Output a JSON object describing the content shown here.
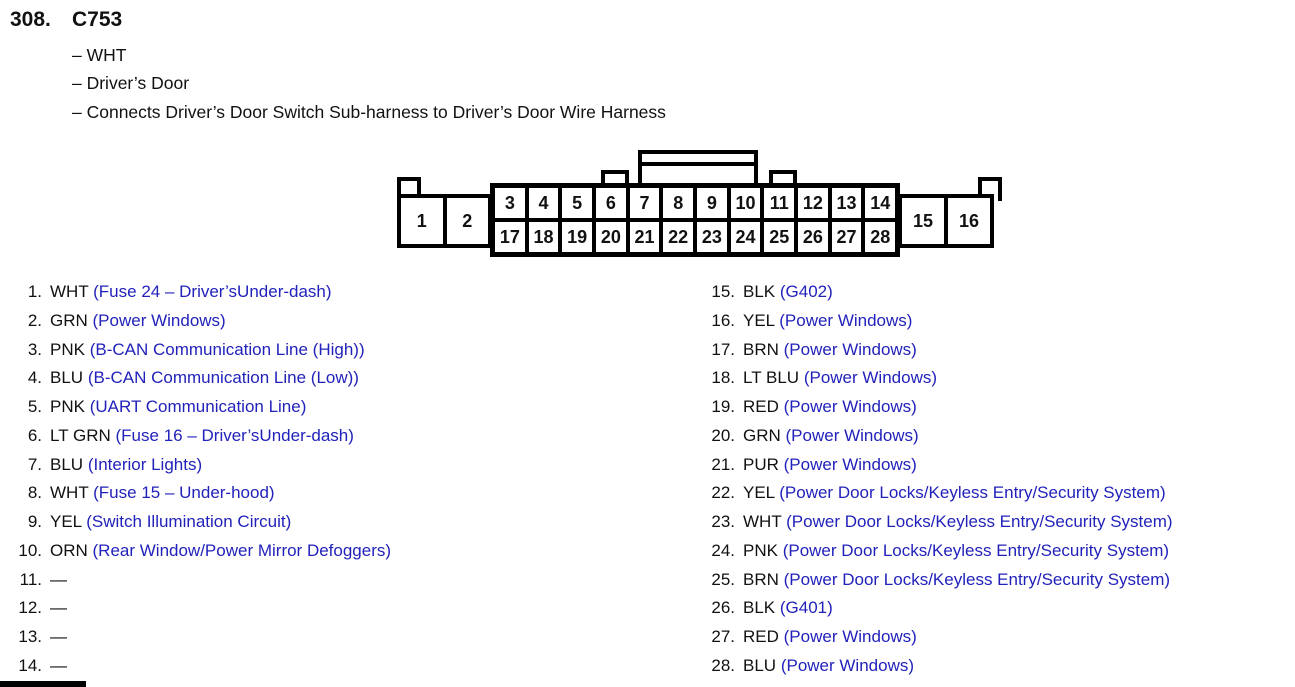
{
  "header": {
    "item_number": "308.",
    "connector_id": "C753",
    "details": [
      "– WHT",
      "– Driver’s Door",
      "– Connects Driver’s Door Switch Sub-harness to Driver’s Door Wire Harness"
    ]
  },
  "connector": {
    "left_cells": [
      "1",
      "2"
    ],
    "top_row": [
      "3",
      "4",
      "5",
      "6",
      "7",
      "8",
      "9",
      "10",
      "11",
      "12",
      "13",
      "14"
    ],
    "bottom_row": [
      "17",
      "18",
      "19",
      "20",
      "21",
      "22",
      "23",
      "24",
      "25",
      "26",
      "27",
      "28"
    ],
    "right_cells": [
      "15",
      "16"
    ]
  },
  "pins_left": [
    {
      "num": "1.",
      "wire": "WHT",
      "desc": "(Fuse 24 – Driver’sUnder-dash)"
    },
    {
      "num": "2.",
      "wire": "GRN",
      "desc": "(Power Windows)"
    },
    {
      "num": "3.",
      "wire": "PNK",
      "desc": "(B-CAN Communication Line (High))"
    },
    {
      "num": "4.",
      "wire": "BLU",
      "desc": "(B-CAN Communication Line (Low))"
    },
    {
      "num": "5.",
      "wire": "PNK",
      "desc": "(UART Communication Line)"
    },
    {
      "num": "6.",
      "wire": "LT GRN",
      "desc": "(Fuse 16 – Driver’sUnder-dash)"
    },
    {
      "num": "7.",
      "wire": "BLU",
      "desc": "(Interior Lights)"
    },
    {
      "num": "8.",
      "wire": "WHT",
      "desc": "(Fuse 15 – Under-hood)"
    },
    {
      "num": "9.",
      "wire": "YEL",
      "desc": "(Switch Illumination Circuit)"
    },
    {
      "num": "10.",
      "wire": "ORN",
      "desc": "(Rear Window/Power Mirror Defoggers)"
    },
    {
      "num": "11.",
      "wire": "—",
      "desc": ""
    },
    {
      "num": "12.",
      "wire": "—",
      "desc": ""
    },
    {
      "num": "13.",
      "wire": "—",
      "desc": ""
    },
    {
      "num": "14.",
      "wire": "—",
      "desc": ""
    }
  ],
  "pins_right": [
    {
      "num": "15.",
      "wire": "BLK",
      "desc": "(G402)"
    },
    {
      "num": "16.",
      "wire": "YEL",
      "desc": "(Power Windows)"
    },
    {
      "num": "17.",
      "wire": "BRN",
      "desc": "(Power Windows)"
    },
    {
      "num": "18.",
      "wire": "LT BLU",
      "desc": "(Power Windows)"
    },
    {
      "num": "19.",
      "wire": "RED",
      "desc": "(Power Windows)"
    },
    {
      "num": "20.",
      "wire": "GRN",
      "desc": "(Power Windows)"
    },
    {
      "num": "21.",
      "wire": "PUR",
      "desc": "(Power Windows)"
    },
    {
      "num": "22.",
      "wire": "YEL",
      "desc": "(Power Door Locks/Keyless Entry/Security System)"
    },
    {
      "num": "23.",
      "wire": "WHT",
      "desc": "(Power Door Locks/Keyless Entry/Security System)"
    },
    {
      "num": "24.",
      "wire": "PNK",
      "desc": "(Power Door Locks/Keyless Entry/Security System)"
    },
    {
      "num": "25.",
      "wire": "BRN",
      "desc": "(Power Door Locks/Keyless Entry/Security System)"
    },
    {
      "num": "26.",
      "wire": "BLK",
      "desc": "(G401)"
    },
    {
      "num": "27.",
      "wire": "RED",
      "desc": "(Power Windows)"
    },
    {
      "num": "28.",
      "wire": "BLU",
      "desc": "(Power Windows)"
    }
  ],
  "colors": {
    "description_blue": "#2222bb",
    "text_black": "#111111"
  }
}
